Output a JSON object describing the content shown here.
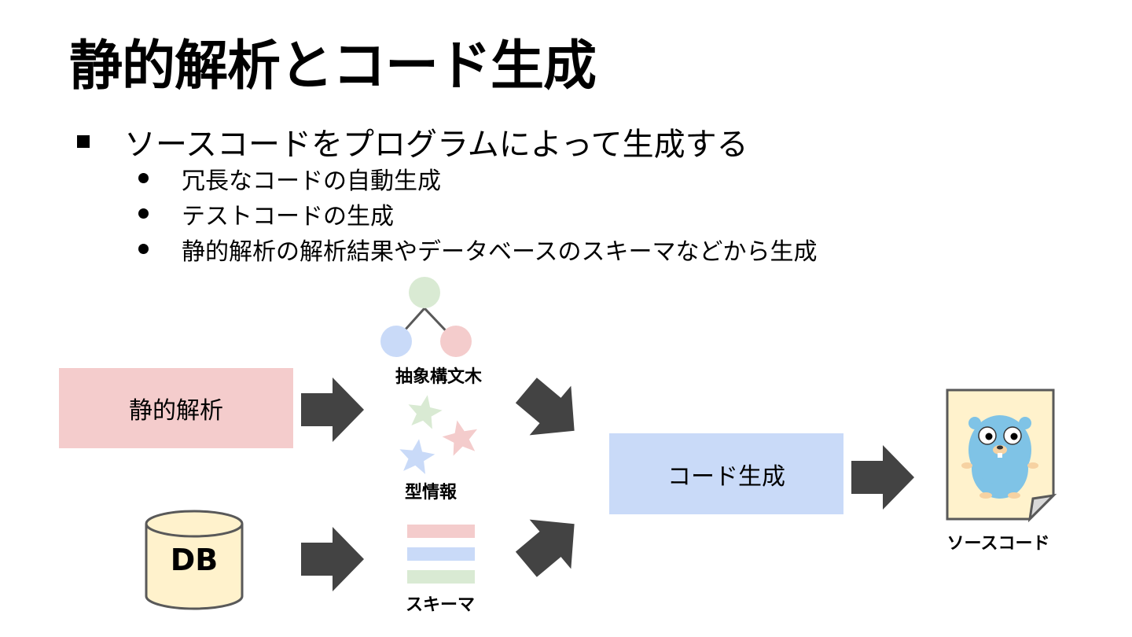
{
  "slide": {
    "title": "静的解析とコード生成",
    "bullet": "ソースコードをプログラムによって生成する",
    "sub_bullets": [
      "冗長なコードの自動生成",
      "テストコードの生成",
      "静的解析の解析結果やデータベースのスキーマなどから生成"
    ]
  },
  "diagram": {
    "static_analysis": "静的解析",
    "db": "DB",
    "ast_label": "抽象構文木",
    "type_info_label": "型情報",
    "schema_label": "スキーマ",
    "code_gen": "コード生成",
    "source_code_label": "ソースコード",
    "colors": {
      "static_box": "#f4cccc",
      "codegen_box": "#c9daf8",
      "db_fill": "#fff2cc",
      "arrow": "#434343",
      "green": "#d9ead3",
      "blue": "#c9daf8",
      "red": "#f4cccc",
      "document": "#fff2cc",
      "gopher": "#7fc3e6"
    },
    "icons": [
      "tree-icon",
      "stars-icon",
      "schema-icon",
      "database-icon",
      "document-icon",
      "gopher-icon"
    ]
  }
}
